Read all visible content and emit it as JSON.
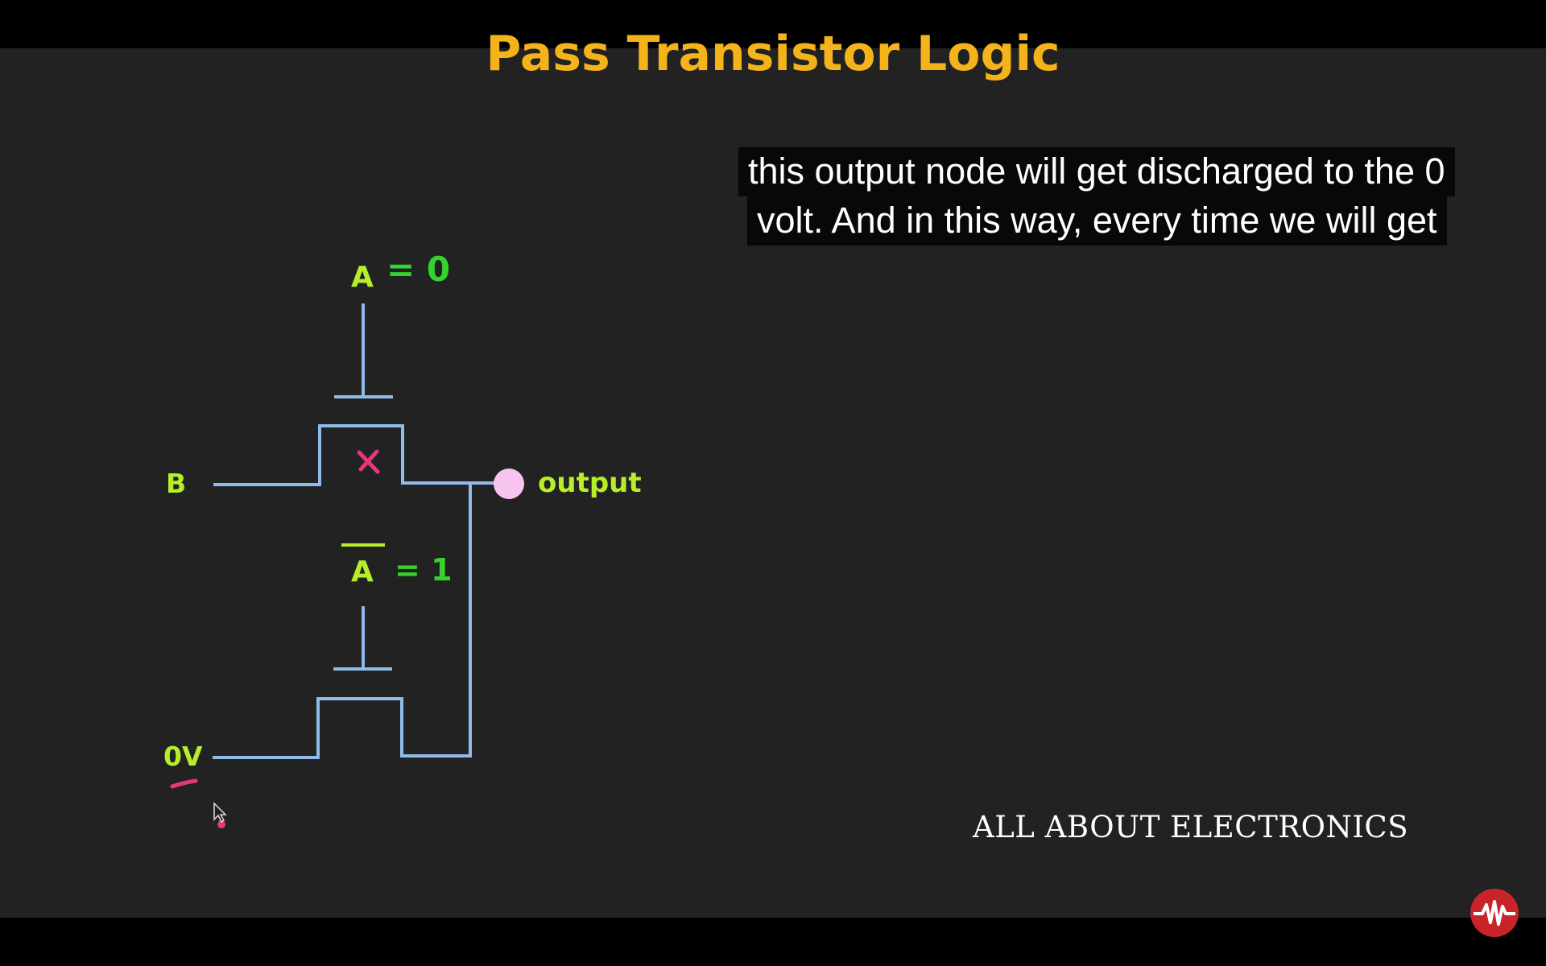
{
  "slide": {
    "title": "Pass Transistor Logic",
    "watermark": "ALL ABOUT ELECTRONICS"
  },
  "captions": {
    "line1": "this output node will get discharged to the 0",
    "line2": "volt. And in this way, every time we will get"
  },
  "circuit": {
    "input_b_label": "B",
    "input_0v_label": "0V",
    "output_label": "output",
    "gate_top_label": "A",
    "gate_top_value": "= 0",
    "gate_bottom_label": "A",
    "gate_bottom_value": "= 1",
    "off_mark": "×"
  },
  "colors": {
    "title": "#f5b31b",
    "wire": "#8fbbe8",
    "label": "#b6ef2a",
    "handwriting": "#35d42c",
    "annotation": "#e8357f",
    "output_node": "#f7c4f0",
    "logo": "#c8252a"
  },
  "icons": [
    "mouse-cursor-icon",
    "channel-logo-icon"
  ]
}
